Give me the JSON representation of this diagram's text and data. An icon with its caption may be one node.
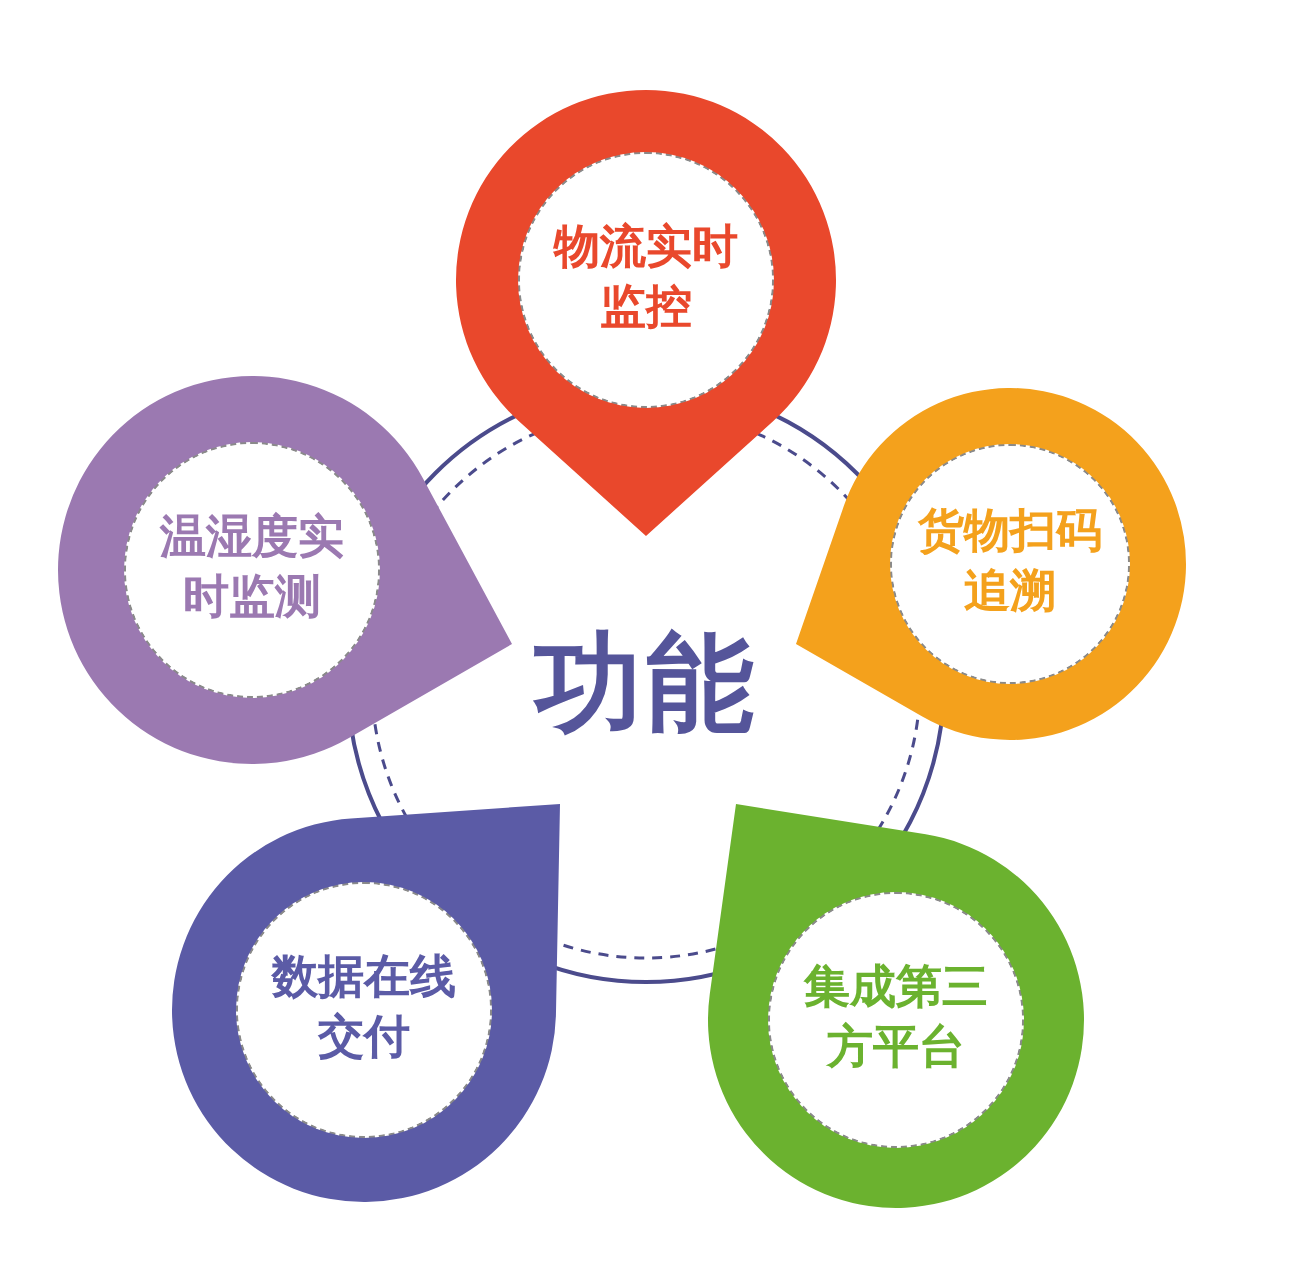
{
  "diagram": {
    "nodes": [
      {
        "text": [
          "物流实时监控"
        ]
      },
      {
        "text": [
          "温湿度实时监测"
        ]
      },
      {
        "text": [
          "货物扫码追溯"
        ]
      },
      {
        "text": [
          "功能"
        ]
      },
      {
        "text": [
          "数据在线交付"
        ]
      },
      {
        "text": [
          "集成第三方平台"
        ]
      }
    ]
  }
}
